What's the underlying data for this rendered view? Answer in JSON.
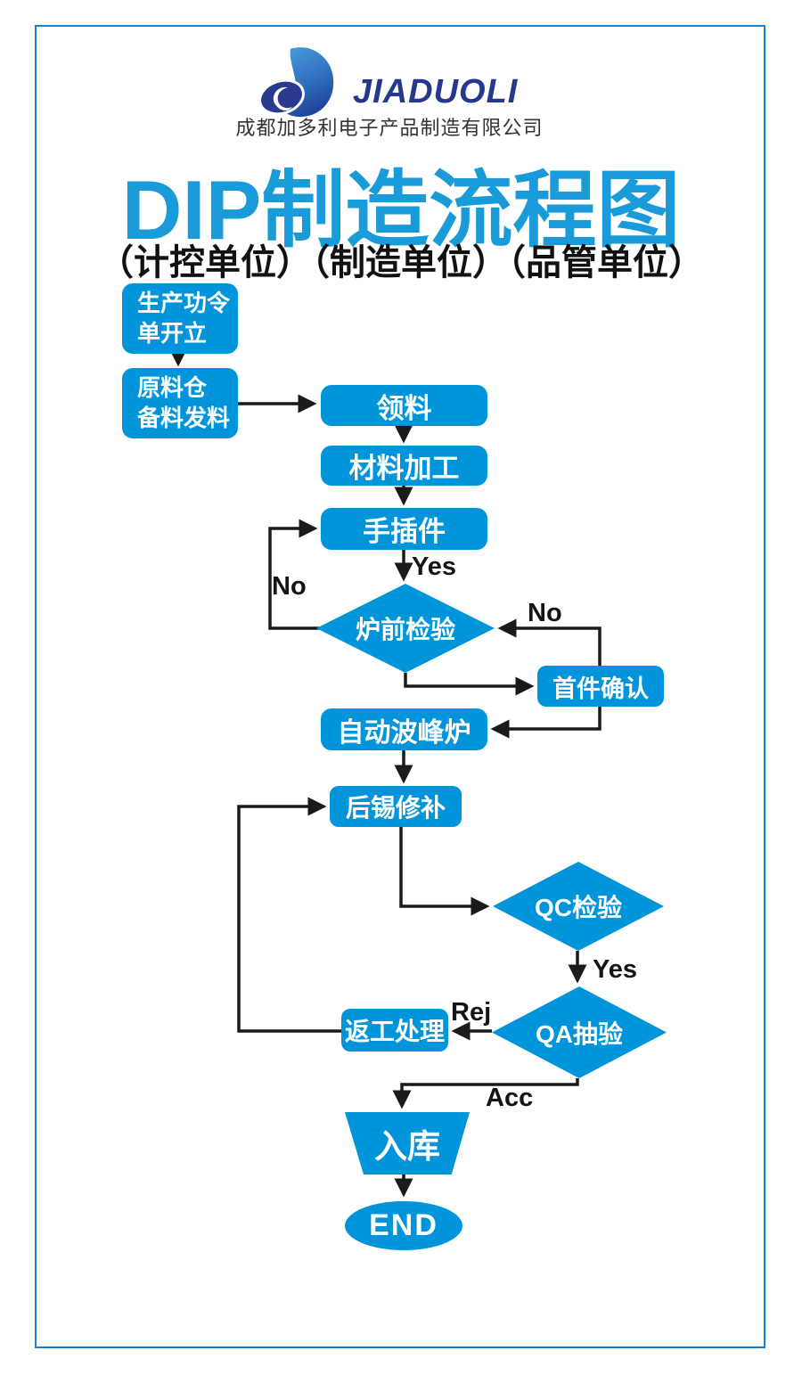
{
  "logo": {
    "brand": "JIADUOLI",
    "company": "成都加多利电子产品制造有限公司"
  },
  "header": {
    "title": "DIP制造流程图",
    "subtitle": "（计控单位）（制造单位）（品管单位）"
  },
  "colors": {
    "node_blue": "#0094da",
    "title_blue": "#189bd8",
    "frame_blue": "#1b82cc",
    "brand_navy": "#24388c",
    "arrow_black": "#1a1a1a"
  },
  "flow": {
    "start_line1": "生产功令",
    "start_line2": "单开立",
    "prep_line1": "原料仓",
    "prep_line2": "备料发料",
    "receive": "领料",
    "process": "材料加工",
    "insert": "手插件",
    "pre_furnace": "炉前检验",
    "first_piece": "首件确认",
    "wave": "自动波峰炉",
    "repair": "后锡修补",
    "qc": "QC检验",
    "qa": "QA抽验",
    "rework": "返工处理",
    "warehouse": "入库",
    "end": "END",
    "labels": {
      "yes1": "Yes",
      "no_left": "No",
      "no_right": "No",
      "yes2": "Yes",
      "rej": "Rej",
      "acc": "Acc"
    }
  }
}
